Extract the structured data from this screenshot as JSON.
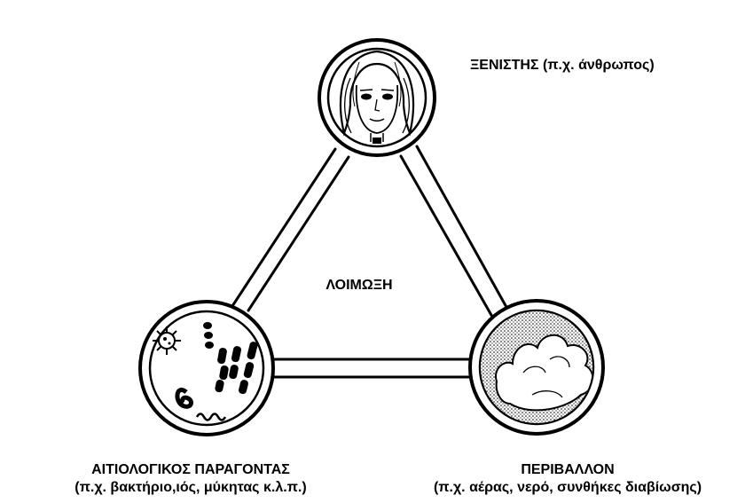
{
  "diagram": {
    "title": "",
    "center_label": "ΛΟΙΜΩΞΗ",
    "host": {
      "label": "ΞΕΝΙΣΤΗΣ (π.χ. άνθρωπος)",
      "icon": "human-face-icon"
    },
    "agent": {
      "label_line1": "ΑΙΤΙΟΛΟΓΙΚΟΣ ΠΑΡΑΓΟΝΤΑΣ",
      "label_line2": "(π.χ. βακτήριο,ιός, μύκητας κ.λ.π.)",
      "icon": "microbes-icon"
    },
    "environment": {
      "label_line1": "ΠΕΡΙΒΑΛΛΟΝ",
      "label_line2": "(π.χ. αέρας, νερό, συνθήκες διαβίωσης)",
      "icon": "cloud-icon"
    },
    "colors": {
      "ink": "#000000",
      "background": "#ffffff"
    }
  }
}
